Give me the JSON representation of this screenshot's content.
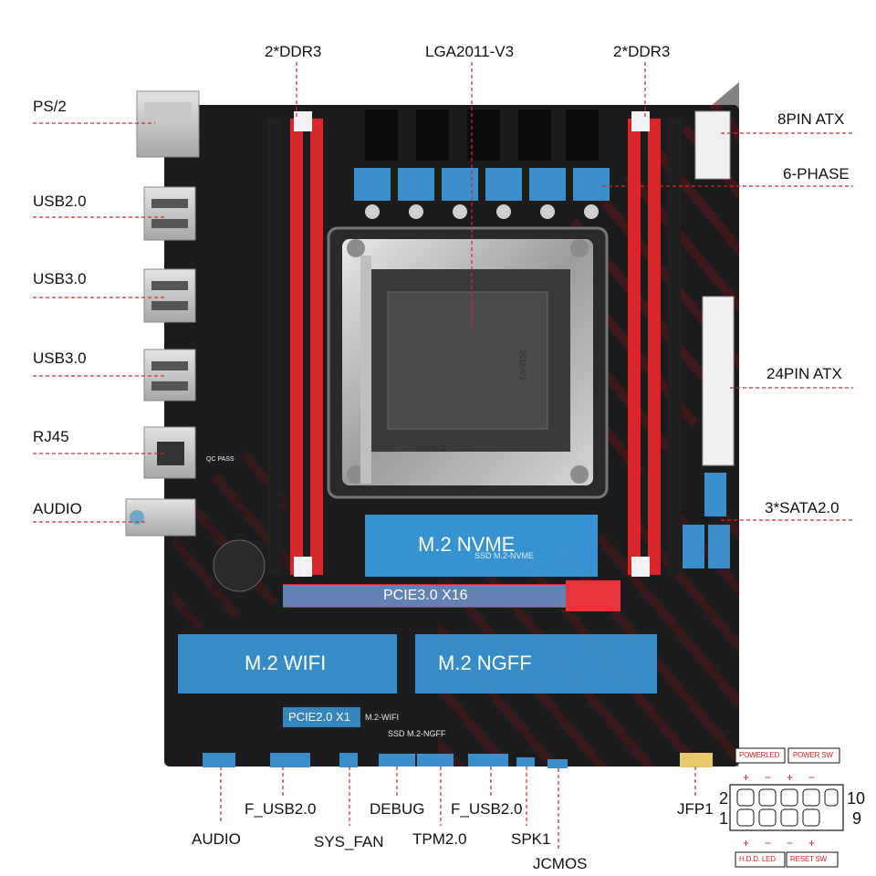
{
  "labels": {
    "ddr3_left": "2*DDR3",
    "cpu_socket": "LGA2011-V3",
    "ddr3_right": "2*DDR3",
    "ps2": "PS/2",
    "usb20": "USB2.0",
    "usb30_a": "USB3.0",
    "usb30_b": "USB3.0",
    "rj45": "RJ45",
    "audio_rear": "AUDIO",
    "atx8": "8PIN ATX",
    "phase": "6-PHASE",
    "atx24": "24PIN ATX",
    "sata": "3*SATA2.0",
    "f_usb20_a": "F_USB2.0",
    "debug": "DEBUG",
    "f_usb20_b": "F_USB2.0",
    "audio_front": "AUDIO",
    "sys_fan": "SYS_FAN",
    "tpm": "TPM2.0",
    "spk": "SPK1",
    "jcmos": "JCMOS",
    "jfp1": "JFP1"
  },
  "overlays": {
    "m2_nvme": "M.2 NVME",
    "pcie16": "PCIE3.0 X16",
    "m2_wifi": "M.2 WIFI",
    "m2_ngff": "M.2 NGFF",
    "pcie1": "PCIE2.0 X1"
  },
  "board_print": {
    "socket_mark_a": "2011-3",
    "socket_mark_b": "2011-V3",
    "ssd_nvme": "SSD M.2-NVME",
    "ssd_ngff": "SSD M.2-NGFF",
    "wifi": "M.2-WIFI",
    "qc": "QC PASS"
  },
  "jfp_header": {
    "powerled": "POWERLED",
    "power_sw": "POWER SW",
    "hdd_led": "H.D.D. LED",
    "reset_sw": "RESET SW",
    "pin2": "2",
    "pin1": "1",
    "pin10": "10",
    "pin9": "9",
    "plus": "+",
    "minus": "−"
  },
  "colors": {
    "pcb": "#1b1b1d",
    "dimm": "#d8262a",
    "overlay_blue": "#3ba0e4",
    "leader": "#d6262a"
  }
}
